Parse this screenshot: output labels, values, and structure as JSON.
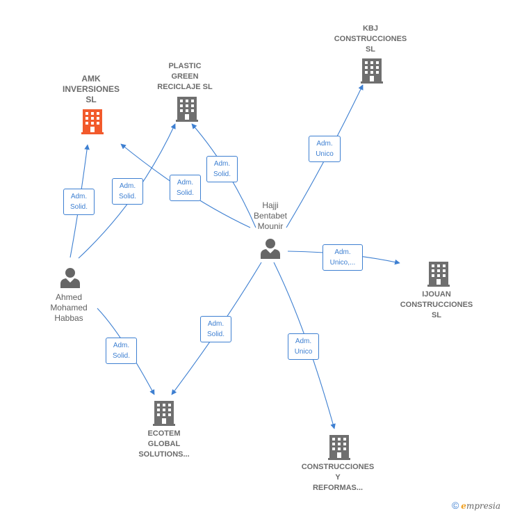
{
  "companies": {
    "amk": {
      "name": "AMK\nINVERSIONES\nSL",
      "color": "#f25a2c"
    },
    "plastic": {
      "name": "PLASTIC\nGREEN\nRECICLAJE  SL",
      "color": "#6f6f6f"
    },
    "kbj": {
      "name": "KBJ\nCONSTRUCCIONES\nSL",
      "color": "#6f6f6f"
    },
    "ijouan": {
      "name": "IJOUAN\nCONSTRUCCIONES\nSL",
      "color": "#6f6f6f"
    },
    "ecotem": {
      "name": "ECOTEM\nGLOBAL\nSOLUTIONS...",
      "color": "#6f6f6f"
    },
    "construcciones": {
      "name": "CONSTRUCCIONES\nY\nREFORMAS...",
      "color": "#6f6f6f"
    }
  },
  "people": {
    "hajji": {
      "name": "Hajji\nBentabet\nMounir"
    },
    "ahmed": {
      "name": "Ahmed\nMohamed\nHabbas"
    }
  },
  "edges": {
    "ahmed_amk": "Adm.\nSolid.",
    "ahmed_plastic": "Adm.\nSolid.",
    "ahmed_ecotem": "Adm.\nSolid.",
    "hajji_amk": "Adm.\nSolid.",
    "hajji_plastic": "Adm.\nSolid.",
    "hajji_kbj": "Adm.\nUnico",
    "hajji_ijouan": "Adm.\nUnico,...",
    "hajji_ecotem": "Adm.\nSolid.",
    "hajji_construcciones": "Adm.\nUnico"
  },
  "footer": {
    "copyright": "©",
    "brand_e": "e",
    "brand_rest": "mpresia"
  },
  "colors": {
    "edge": "#3d7fd1",
    "building": "#6f6f6f",
    "focus_building": "#f25a2c",
    "person": "#666666"
  }
}
